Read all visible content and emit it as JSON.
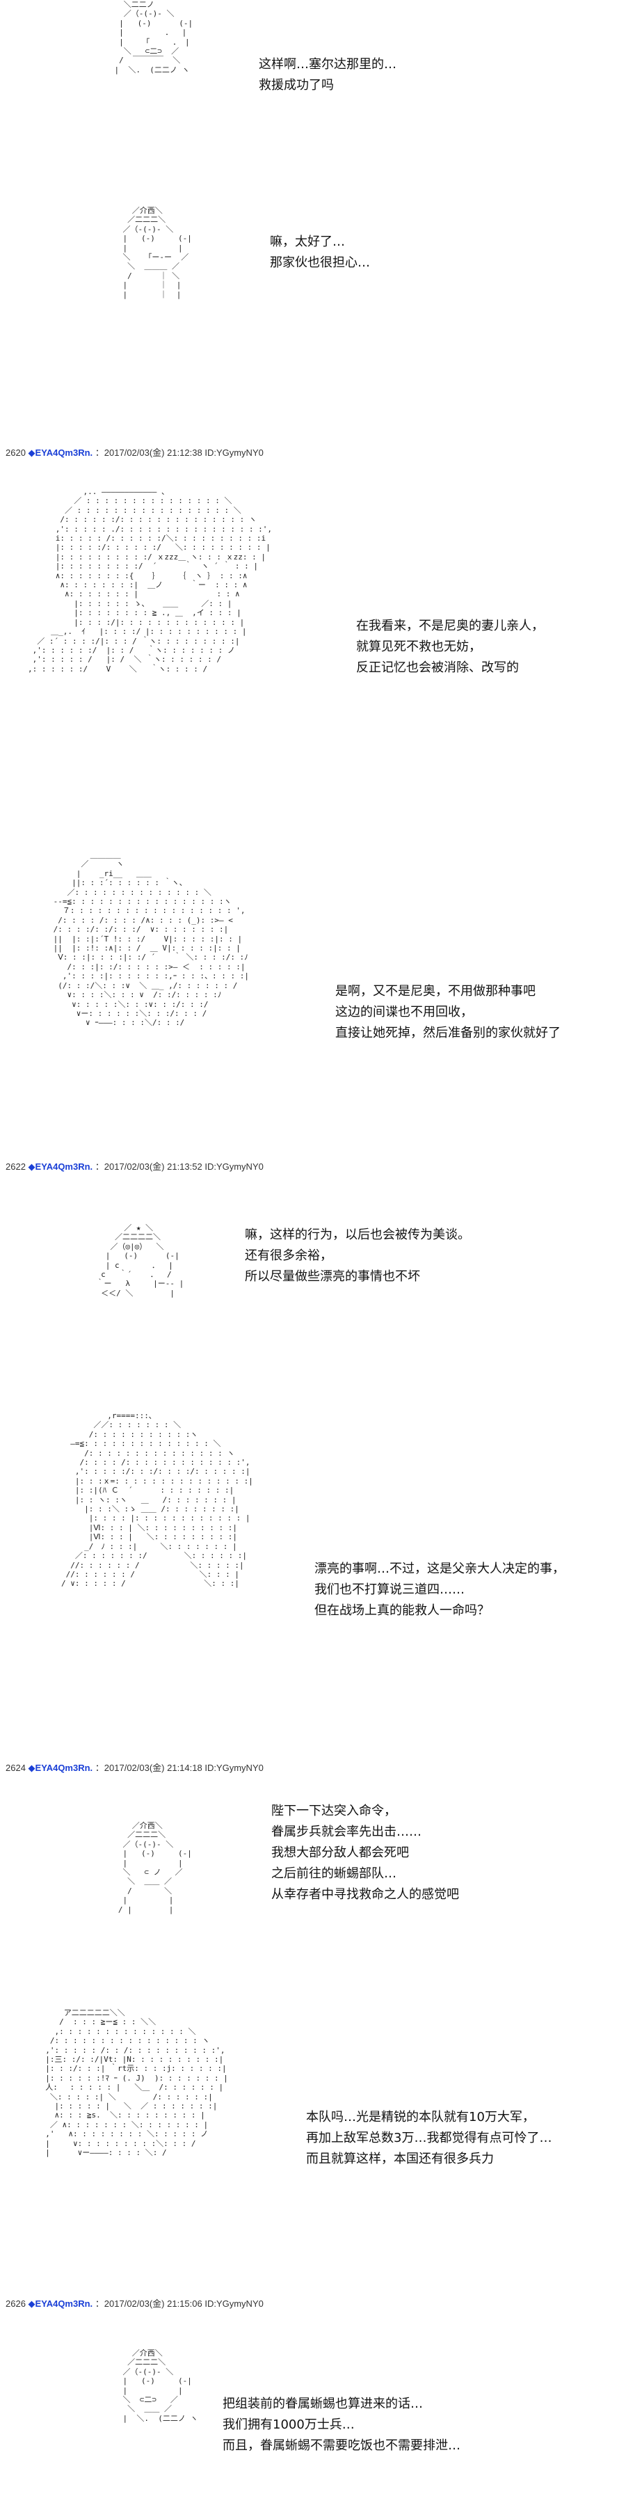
{
  "posts": [
    {
      "num": "2620",
      "name": "EYA4Qm3Rn.",
      "meta": "：2017/02/03(金) 21:12:38 ID:YGymyNY0"
    },
    {
      "num": "2622",
      "name": "EYA4Qm3Rn.",
      "meta": "：2017/02/03(金) 21:13:52 ID:YGymyNY0"
    },
    {
      "num": "2624",
      "name": "EYA4Qm3Rn.",
      "meta": "：2017/02/03(金) 21:14:18 ID:YGymyNY0"
    },
    {
      "num": "2626",
      "name": "EYA4Qm3Rn.",
      "meta": "：2017/02/03(金) 21:15:06 ID:YGymyNY0"
    }
  ],
  "dialogs": {
    "d1": [
      "这样啊…塞尔达那里的…",
      "救援成功了吗"
    ],
    "d2": [
      "嘛，太好了…",
      "那家伙也很担心…"
    ],
    "d3": [
      "在我看来，不是尼奥的妻儿亲人，",
      "就算见死不救也无妨，",
      "反正记忆也会被消除、改写的"
    ],
    "d4": [
      "是啊，又不是尼奥，不用做那种事吧",
      "这边的间谍也不用回收，",
      "直接让她死掉，然后准备别的家伙就好了"
    ],
    "d5": [
      "嘛，这样的行为，以后也会被传为美谈。",
      "还有很多余裕，",
      "所以尽量做些漂亮的事情也不坏"
    ],
    "d6": [
      "漂亮的事啊…不过，这是父亲大人决定的事，",
      "我们也不打算说三道四……",
      "但在战场上真的能救人一命吗？"
    ],
    "d7": [
      "陛下一下达突入命令，",
      "眷属步兵就会率先出击……",
      "我想大部分敌人都会死吧",
      "之后前往的蜥蜴部队…",
      "从幸存者中寻找救命之人的感觉吧"
    ],
    "d8": [
      "本队吗…光是精锐的本队就有10万大军，",
      "再加上敌军总数3万…我都觉得有点可怜了…",
      "而且就算这样，本国还有很多兵力"
    ],
    "d9": [
      "把组装前的眷属蜥蜴也算进来的话…",
      "我们拥有1000万士兵…",
      "而且，眷属蜥蜴不需要吃饭也不需要排泄…"
    ]
  },
  "ascii_art": {
    "a1": "      ＼二二ノ\n      ／（-(-)- ＼\n     |   (-)      (-|\n     |         ．  |\n     |    「     ． |\n      ＼   ⊂二⊃  ／\n     /  ￣￣￣￣  ＼\n    |  ＼.  (二二ノ ヽ",
    "a2": "      ／介西＼\n     ／二二二＼\n    ／（-(-)- ＼\n    |   (-)     (-|\n    |           |\n    ＼   「ー‐ー  ／\n     ＼  ＿＿＿ ／\n     /      ｜ ＼\n    |       ｜  |\n    |       ｜  |",
    "a3": "            ,.. ―――――――――――― 、\n          ／ : : : : : : : : : : : : : : : ＼\n        ／ : : : : : : : : : : : : : : : : : ＼\n       /: : : : : :/: : : : : : : : : : : : : : ヽ\n      ,': : : : : ./: : : : : : : : : : : : : : : :',\n      i: : : : : /: : : : : :/＼: : : : : : : : : :i\n      |: : : : :/: : : : : :/   ＼: : : : : : : : : |\n      |: : : : : : : : : :/ ｘzzz＿ ヽ: : : ｘzz: : |\n      |: : : : : : : : :/  ´      ｀  ヽ ´ ｀ : : |\n      ∧: : : : : : : :{    ｝    ｛  ヽ ｝ : : :∧\n       ∧: : : : : : : :|  ＿ノ      ｀ー  : : : ∧\n        ∧: : : : : : : |                 : : ∧\n          |: : : : : : ゝ、   ＿＿     ／: : |\n          |: : : : : : : : ≧ ., ＿  ,イ : : : |\n          |: : : :/|: : : : : : : : : : : : : |\n     ＿_,.  ｲ   |: : : :/ |: : : : : : : : : : |\n  ／ :´ : : : :/|: : : / ｀ヽ: : : : : : : : :|\n ,': : : : : :/  |: : /   ｀ヽ: : : : : : : ノ\n ,': : : : : /   |: /  ＼ ｀ヽ: : : : : : /\n,: : : : : :/    V    ＼   ｀ヽ: : : : /",
    "a4": "         ＿＿＿＿\n       ／      ヽ\n      |    _ri__   ＿＿\n     ||: : :´: : : : : : ｀ヽ、\n    ／: : : : : : : : : : : : : : ＼\n --=≦: : : : : : : : : : : : : : : : :ヽ\n   ７: : : : : : : : : : : : : : : : : : ',\n  /: : : : /: : : : /∧: : : : (_): :>― <\n /: : : :/: :/: : :/  ∨: : : : : : : :|\n ||  |: :|:´T !: : :/    V|: : : : :|: : |\n ||  |: :!: :∧|: : /  ＿ V|: : : : :|: : |\n  Ⅴ: : :|: : : :|: :/ ´    ｀ ＼: : : :/: :ﾉ\n    /: : :|: :/: : : : : :>― ＜  : : : : :|\n   ,': : : :|: : : : : : :,ｰ : : :、: : : :|\n  (/: : :/＼: : :∨  ＼ ＿_ ,/: : : : : : /\n    ∨: : : :＼: : : ∨  /: :/: : : : :ﾉ\n     ∨: : : : :＼: : :∨: : :/: : :/\n      ∨ー: : : : : :＼: : :/: : : /\n        ∨ ｰ―――: : : :＼/: : :/",
    "a5": "          ／ ★ ＼\n        ／二二二二＼\n       ／（◎|◎）  ＼\n      |   (-)      (-|\n      | c       ．  |\n     c   ｀´    ．  /\n    ｀ー   λ     |ー-‐ |\n     ＜＜/ ＼        |",
    "a6": "          ,r====:::､\n       ／／: : : : : : : ＼\n      /: : : : : : : : : : :ヽ\n  ―=≦: : : : : : : : : : : : : : ＼\n     /: : : : : : : : : : : : : : : ヽ\n    /: : : : /: : : : : : : : : : : : :',\n   ,': : : : :/: : :/: : : :/: : : : : :|\n   |: : :ｘ=: : : : : : : : : : : : : : :|\n   |: :|(ﾊ Ｃ  ´      : : : : : : : :|\n   |: : ヽ: :ヽ   ＿   /: : : : : : : |\n     |: : :＼ :ゝ ＿＿ /: : : : : : : :|\n      |: : : : |: : : : : : : : : : : : |\n      |Ⅵ: : : | ＼: : : : : : : : : :|\n      |Ⅵ: : : |   ＼: : : : : : : : :|\n     _/　ﾉ : : :|     ＼: : : : : : : |\n   ／: : : : : : :/        ＼: : : : : :|\n  //: : : : : : /           ＼: : : : :|\n //: : : : : : /              ＼: : : |\n/ ∨: : : : : /                 ＼: : :|",
    "a7": "      ／介西＼\n     ／二二二＼\n    ／（-(-)- ＼\n    |   (-)     (-|\n    |           |\n    ＼   ⊂ ノ   ／\n     ＼  ＿＿ ／\n     /       ＼\n    |         |\n   / |        |",
    "a8": "      ア二二二二二＼＼\n     /  : : : ≧ー≦ : : ＼＼\n    ,: : : : : : : : : : : : : : ＼\n   /: : : : : : : : : : : : : : : : ヽ\n  ,': : : : : /: : /: : : : : : : : : :',\n  |:三: :/: :/|Vt: |N: : : : : : : : : :|\n  |: : :/: : :| ｀rt示: : : :j: : : : : :|\n  |: : : : : :!ﾏ ｰ (. J)  ): : : : : : : |\n  人:　 : : : : : |   ＼＿  /: : : : : : |\n   ＼: : : : :| ＼        /: : : : : :|\n    |: : : : : |   ＼  ／ : : : : : : :|\n    ∧: : : ≧s.  ＼: : : : : : : : : |\n   ／ ∧: : : : : : : ＼: : : : : : : |\n  ,'   ∧: : : : : : : : ＼: : : : : ノ\n  |     ∨: : : : : : : : :＼: : : /\n  |      ∨ー――――: : : : ＼: /",
    "a9": "      ／介西＼\n     ／二二二＼\n    ／（-(-)- ＼\n    |   (-)     (-|\n    |           |\n    ＼  ⊂二⊃   ／\n     ＼  ＿＿ ／\n    |  ＼.  (二二ノ ヽ"
  }
}
